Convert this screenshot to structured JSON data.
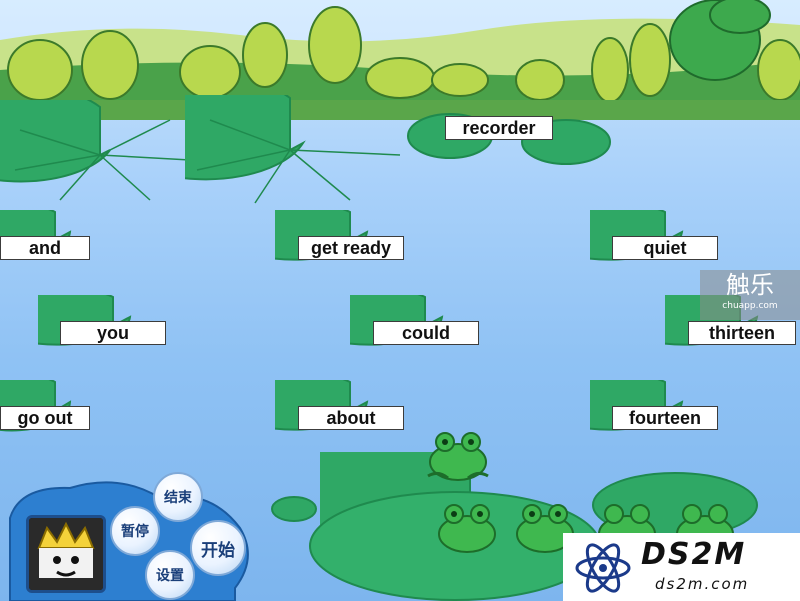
{
  "scene": {
    "sky_color": "#d7ecff",
    "water_color": "#8fc2f4",
    "pad_color": "#2fa865",
    "pad_dark_color": "#1f8a4e"
  },
  "words": [
    {
      "id": "recorder",
      "text": "recorder"
    },
    {
      "id": "and",
      "text": "and"
    },
    {
      "id": "get-ready",
      "text": "get ready"
    },
    {
      "id": "quiet",
      "text": "quiet"
    },
    {
      "id": "you",
      "text": "you"
    },
    {
      "id": "could",
      "text": "could"
    },
    {
      "id": "thirteen",
      "text": "thirteen"
    },
    {
      "id": "go-out",
      "text": "go out"
    },
    {
      "id": "about",
      "text": "about"
    },
    {
      "id": "fourteen",
      "text": "fourteen"
    }
  ],
  "controls": {
    "end_label": "结束",
    "pause_label": "暂停",
    "start_label": "开始",
    "settings_label": "设置"
  },
  "watermarks": {
    "chuapp_logo": "触乐",
    "chuapp_url": "chuapp.com",
    "ds2m_logo": "DS2M",
    "ds2m_url": "ds2m.com"
  }
}
